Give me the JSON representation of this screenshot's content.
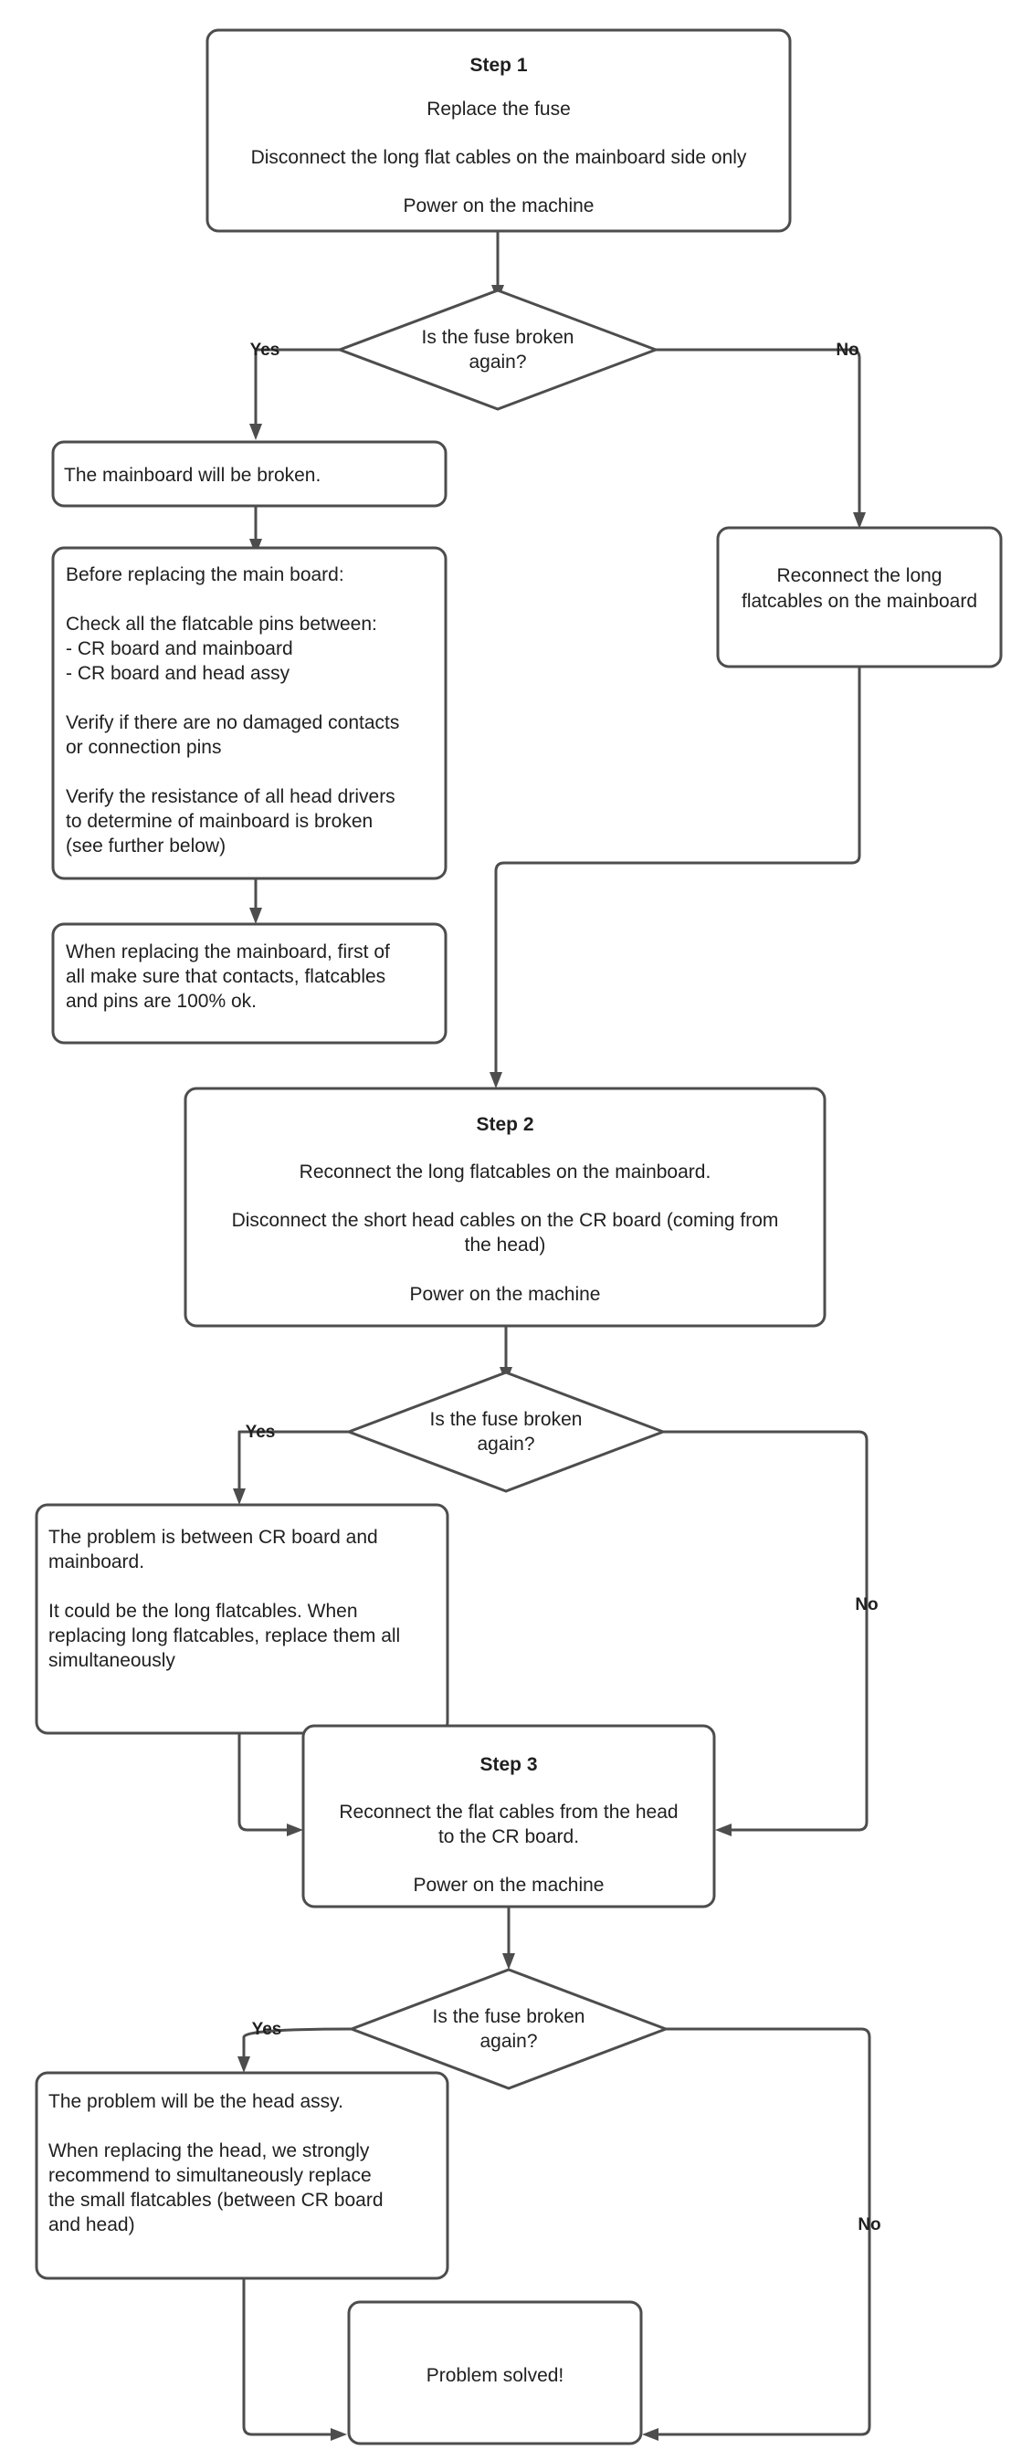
{
  "diagram": {
    "title": "Fuse troubleshooting flowchart",
    "stroke_color": "#4d4d4d",
    "fill_color": "#ffffff",
    "text_color": "#1f1f1f"
  },
  "nodes": {
    "step1": {
      "title": "Step 1",
      "line1": "Replace the fuse",
      "line2": "Disconnect the long flat cables on the mainboard side only",
      "line3": "Power on the machine"
    },
    "decision1": {
      "line1": "Is the fuse broken",
      "line2": "again?"
    },
    "mainboard_broken": {
      "line1": "The mainboard will be broken."
    },
    "before_replacing": {
      "line1": "Before replacing the main board:",
      "line2": "Check all the flatcable pins between:",
      "line3": "- CR board and mainboard",
      "line4": "- CR board and head assy",
      "line5": "Verify if there are no damaged contacts",
      "line6": "or connection pins",
      "line7": "Verify the resistance of all head drivers",
      "line8": "to determine of mainboard is broken",
      "line9": "(see further below)"
    },
    "when_replacing": {
      "line1": "When replacing the mainboard, first of",
      "line2": "all make sure that contacts, flatcables",
      "line3": "and pins are 100% ok."
    },
    "reconnect_long": {
      "line1": "Reconnect the long",
      "line2": "flatcables on the mainboard"
    },
    "step2": {
      "title": "Step 2",
      "line1": "Reconnect the long flatcables on the mainboard.",
      "line2": "Disconnect the short head cables on the CR board (coming from",
      "line3": "the head)",
      "line4": "Power on the machine"
    },
    "decision2": {
      "line1": "Is the fuse broken",
      "line2": "again?"
    },
    "problem_between": {
      "line1": "The problem is between CR board and",
      "line2": "mainboard.",
      "line3": "It could be the long flatcables. When",
      "line4": "replacing long flatcables, replace them all",
      "line5": "simultaneously"
    },
    "step3": {
      "title": "Step 3",
      "line1": "Reconnect the flat cables from the head",
      "line2": "to the CR board.",
      "line3": "Power on the machine"
    },
    "decision3": {
      "line1": "Is the fuse broken",
      "line2": "again?"
    },
    "head_assy": {
      "line1": "The problem will be the head assy.",
      "line2": "When replacing the head, we strongly",
      "line3": "recommend to simultaneously replace",
      "line4": "the small flatcables (between CR board",
      "line5": "and head)"
    },
    "problem_solved": {
      "line1": "Problem solved!"
    }
  },
  "edge_labels": {
    "d1_yes": "Yes",
    "d1_no": "No",
    "d2_yes": "Yes",
    "d2_no": "No",
    "d3_yes": "Yes",
    "d3_no": "No"
  }
}
